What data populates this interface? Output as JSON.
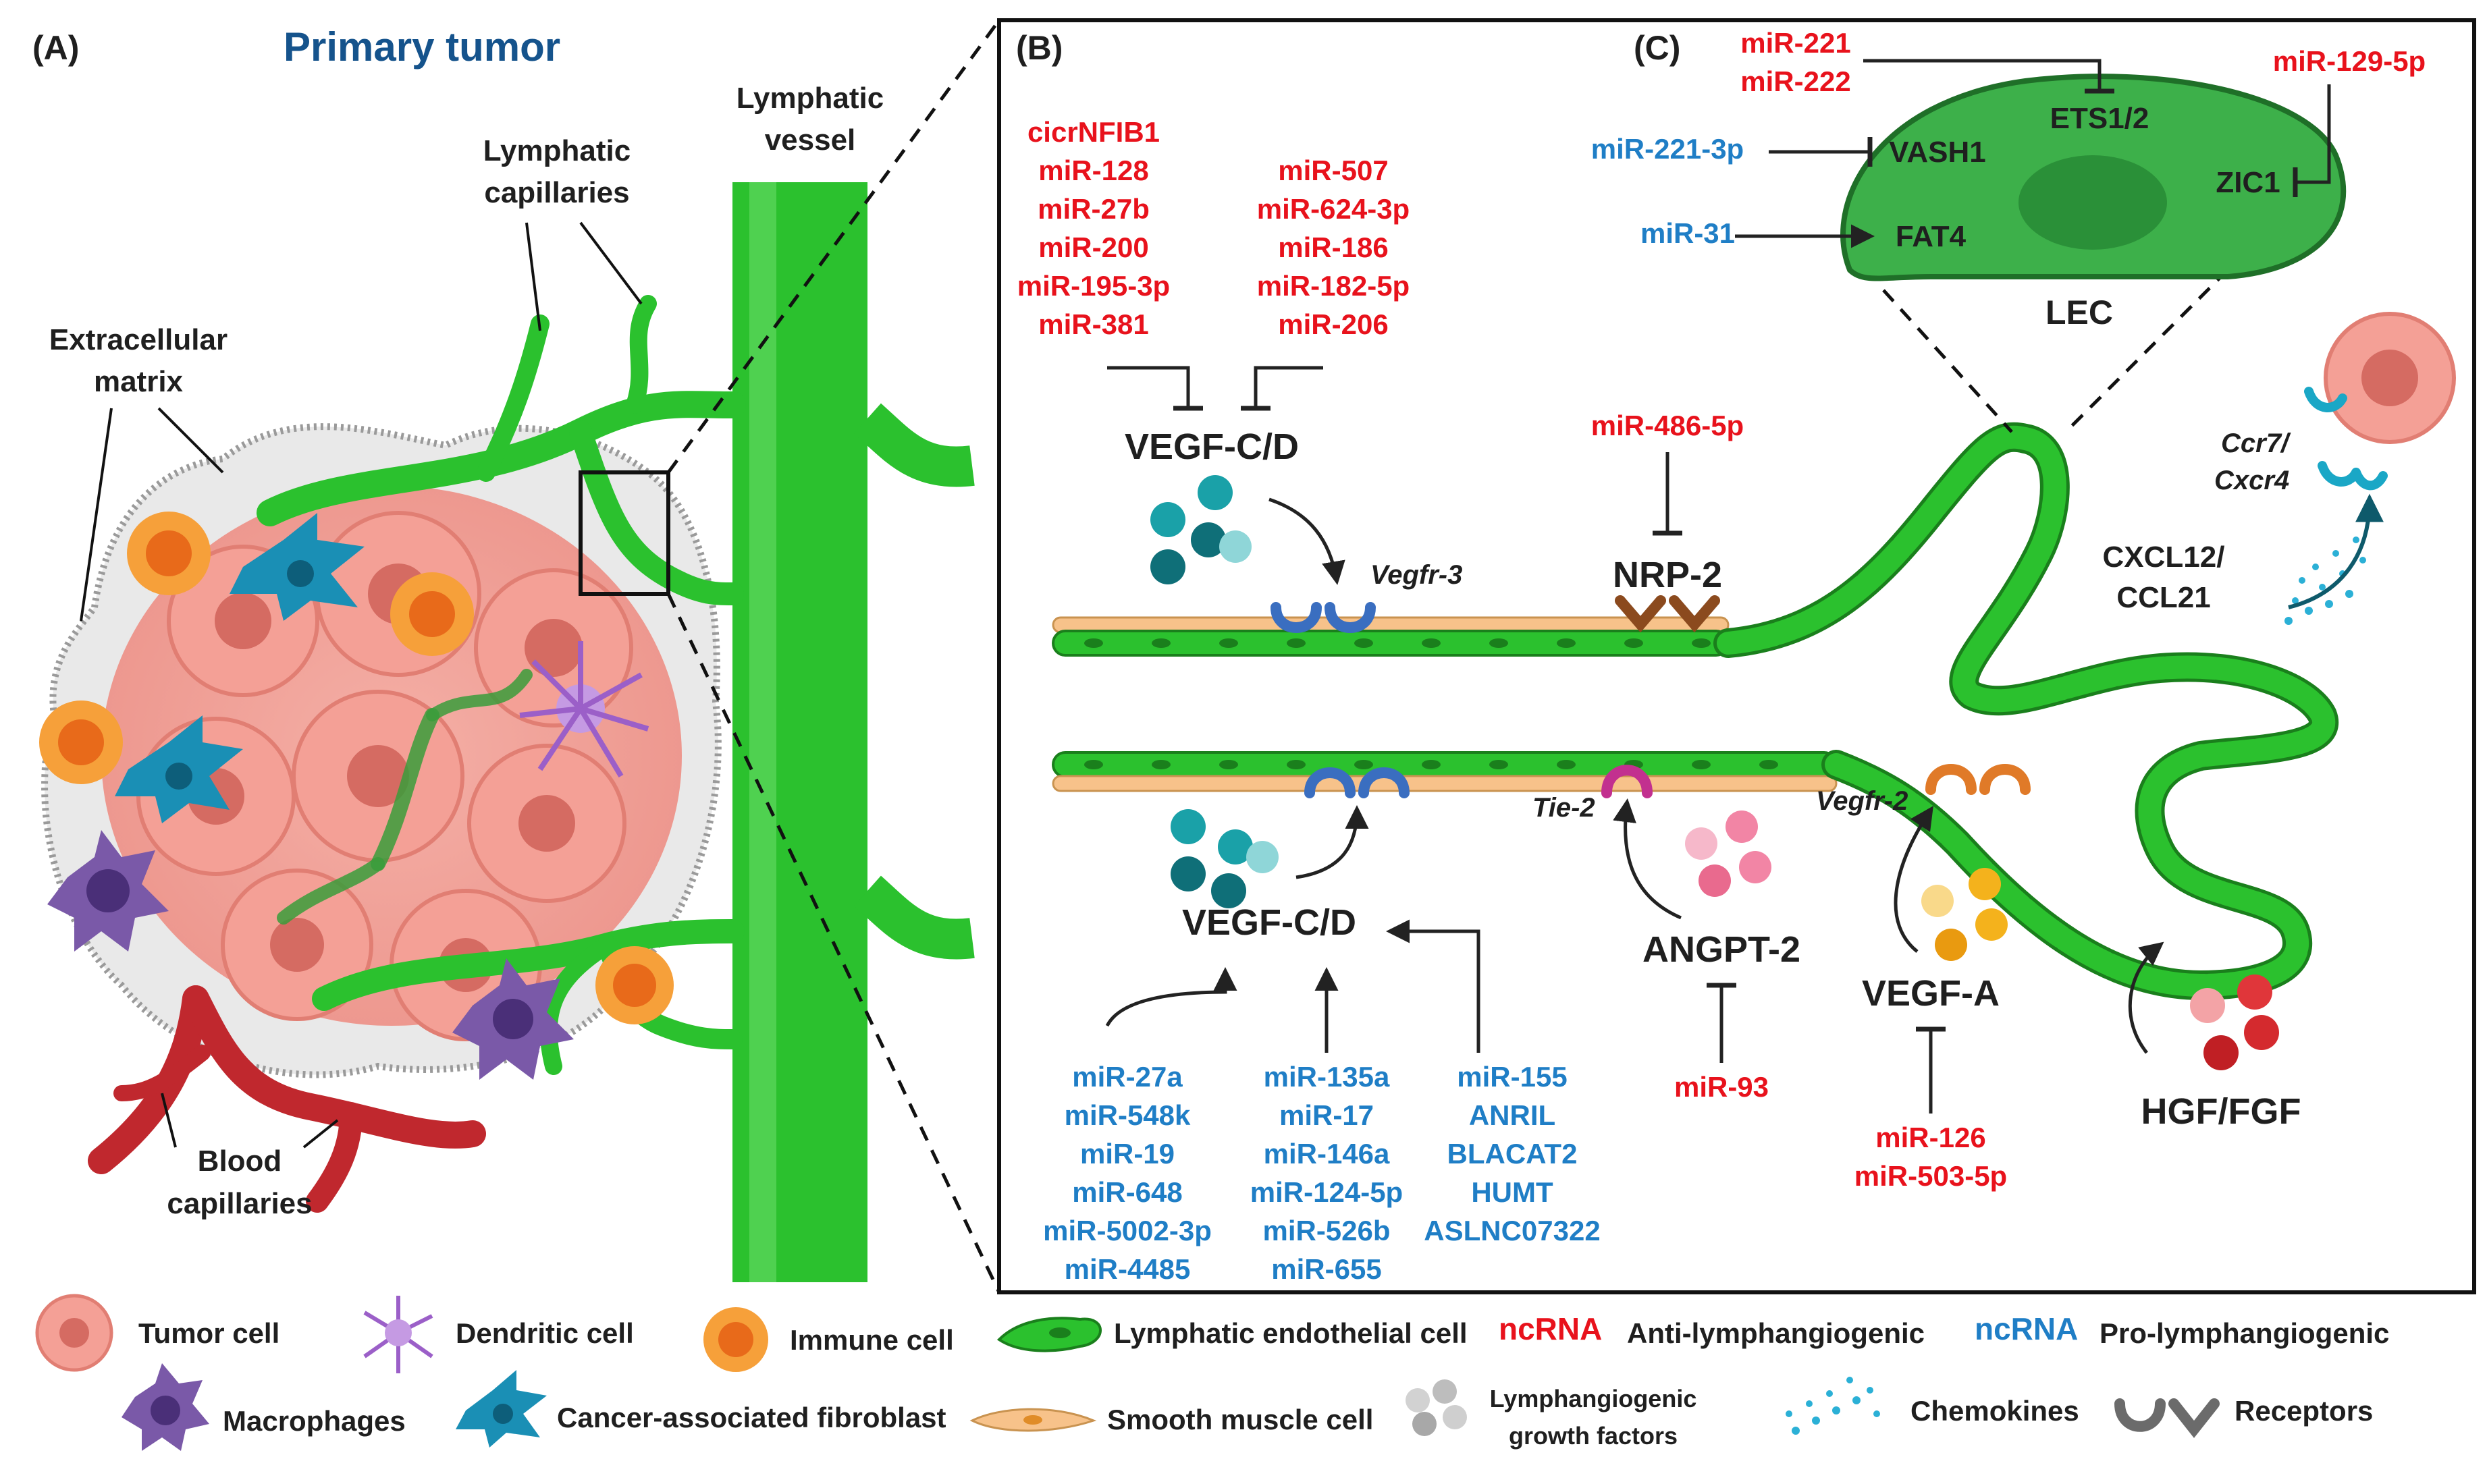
{
  "panels": {
    "a": {
      "label": "(A)",
      "title": "Primary tumor"
    },
    "b": {
      "label": "(B)"
    },
    "c": {
      "label": "(C)"
    }
  },
  "panel_a": {
    "lymphatic_vessel": [
      "Lymphatic",
      "vessel"
    ],
    "lymphatic_capillaries": [
      "Lymphatic",
      "capillaries"
    ],
    "extracellular_matrix": [
      "Extracellular",
      "matrix"
    ],
    "blood_capillaries": [
      "Blood",
      "capillaries"
    ]
  },
  "panel_b": {
    "anti_left": [
      "cicrNFIB1",
      "miR-128",
      "miR-27b",
      "miR-200",
      "miR-195-3p",
      "miR-381"
    ],
    "anti_right": [
      "miR-507",
      "miR-624-3p",
      "miR-186",
      "miR-182-5p",
      "miR-206"
    ],
    "vegfcd_top": "VEGF-C/D",
    "vegfr3": "Vegfr-3",
    "mir486": "miR-486-5p",
    "nrp2": "NRP-2",
    "vegfcd_bottom": "VEGF-C/D",
    "pro_col1": [
      "miR-27a",
      "miR-548k",
      "miR-19",
      "miR-648",
      "miR-5002-3p",
      "miR-4485"
    ],
    "pro_col2": [
      "miR-135a",
      "miR-17",
      "miR-146a",
      "miR-124-5p",
      "miR-526b",
      "miR-655"
    ],
    "pro_col3": [
      "miR-155",
      "ANRIL",
      "BLACAT2",
      "HUMT",
      "ASLNC07322"
    ],
    "tie2": "Tie-2",
    "angpt2": "ANGPT-2",
    "mir93": "miR-93",
    "vegfr2": "Vegfr-2",
    "vegfa": "VEGF-A",
    "vegfa_inhib": [
      "miR-126",
      "miR-503-5p"
    ],
    "hgf": "HGF/FGF",
    "ccr7": [
      "Ccr7/",
      "Cxcr4"
    ],
    "cxcl12": [
      "CXCL12/",
      "CCL21"
    ]
  },
  "panel_c": {
    "mir221": "miR-221",
    "mir222": "miR-222",
    "ets": "ETS1/2",
    "mir1295p": "miR-129-5p",
    "zic1": "ZIC1",
    "mir2213p": "miR-221-3p",
    "vash1": "VASH1",
    "mir31": "miR-31",
    "fat4": "FAT4",
    "lec": "LEC"
  },
  "legend": {
    "tumor_cell": "Tumor cell",
    "dendritic_cell": "Dendritic cell",
    "immune_cell": "Immune cell",
    "lec": "Lymphatic endothelial cell",
    "anti_tag": "ncRNA",
    "anti_label": "Anti-lymphangiogenic",
    "pro_tag": "ncRNA",
    "pro_label": "Pro-lymphangiogenic",
    "macrophages": "Macrophages",
    "caf": "Cancer-associated fibroblast",
    "smooth_muscle": "Smooth muscle cell",
    "growth_factors": [
      "Lymphangiogenic",
      "growth factors"
    ],
    "chemokines": "Chemokines",
    "receptors": "Receptors"
  },
  "colors": {
    "anti": "#e8121c",
    "pro": "#1f7ec6",
    "title": "#15538c",
    "lymph_green": "#2bc12e",
    "tumor": "#f39a8f",
    "blood": "#c0282e"
  }
}
